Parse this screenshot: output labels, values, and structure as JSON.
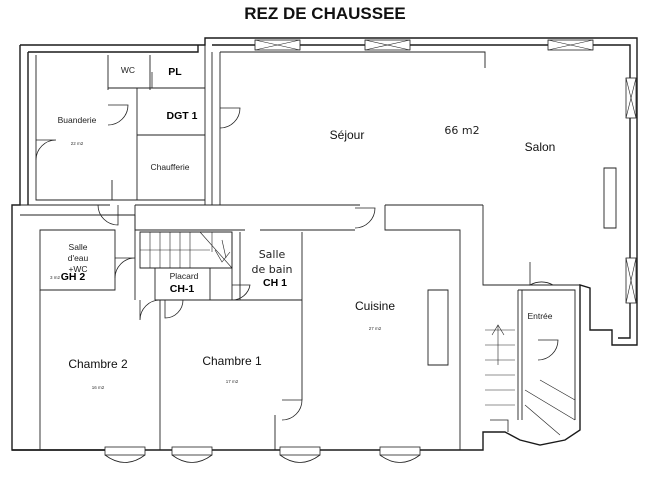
{
  "title": "REZ DE CHAUSSEE",
  "rooms": {
    "wc": "WC",
    "pl": "PL",
    "dgt1": "DGT 1",
    "buanderie": "Buanderie",
    "buanderie_area": "22 m2",
    "chaufferie": "Chaufferie",
    "sejour": "Séjour",
    "sejour_area": "66 m2",
    "salon": "Salon",
    "salle_eau_1": "Salle",
    "salle_eau_2": "d'eau",
    "salle_eau_3": "+WC",
    "salle_eau_area": "3 m2",
    "gh2": "GH 2",
    "salle_bain_1": "Salle",
    "salle_bain_2": "de bain",
    "ch1_short": "CH 1",
    "placard": "Placard",
    "ch1_placard": "CH-1",
    "cuisine": "Cuisine",
    "cuisine_area": "27 m2",
    "entree": "Entrée",
    "chambre2": "Chambre 2",
    "chambre2_area": "16 m2",
    "chambre1": "Chambre 1",
    "chambre1_area": "17 m2"
  }
}
